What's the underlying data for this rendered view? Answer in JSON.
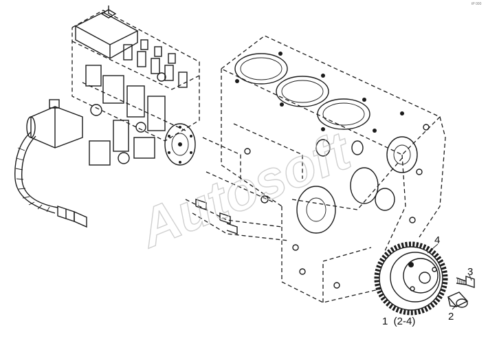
{
  "diagram": {
    "callouts": [
      {
        "id": "gear-assembly",
        "text": "1  (2-4)"
      },
      {
        "id": "bushing",
        "text": "2"
      },
      {
        "id": "bolt",
        "text": "3"
      },
      {
        "id": "gear",
        "text": "4"
      }
    ],
    "watermark": "Autosoft",
    "corner_code": "tP 000"
  },
  "colors": {
    "line": "#1a1a1a",
    "background": "#ffffff",
    "watermark": "#bcbcbc"
  }
}
